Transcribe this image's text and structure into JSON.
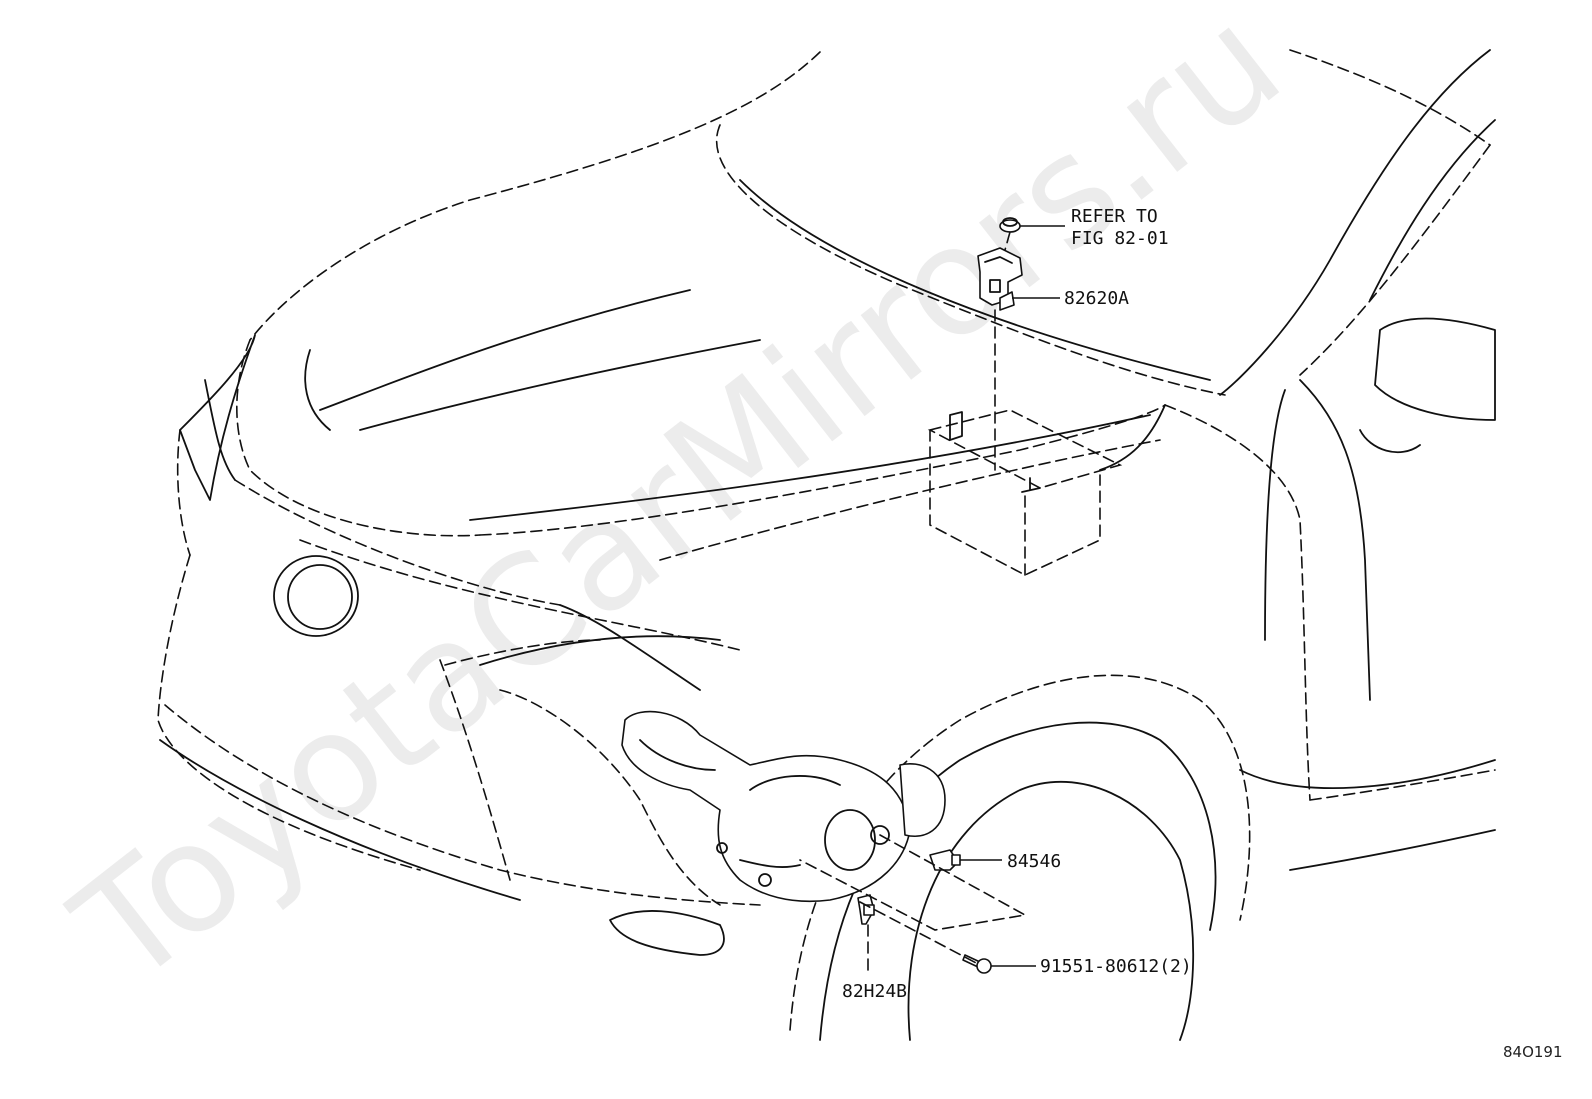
{
  "watermark": "ToyotaCarMirrors.ru",
  "figure_code": "84O191",
  "callouts": {
    "refer": {
      "line1": "REFER TO",
      "line2": "FIG 82-01"
    },
    "sensor_bracket": "82620A",
    "sensor_84546": "84546",
    "bolt": "91551-80612(2)",
    "wire_clamp": "82H24B"
  }
}
